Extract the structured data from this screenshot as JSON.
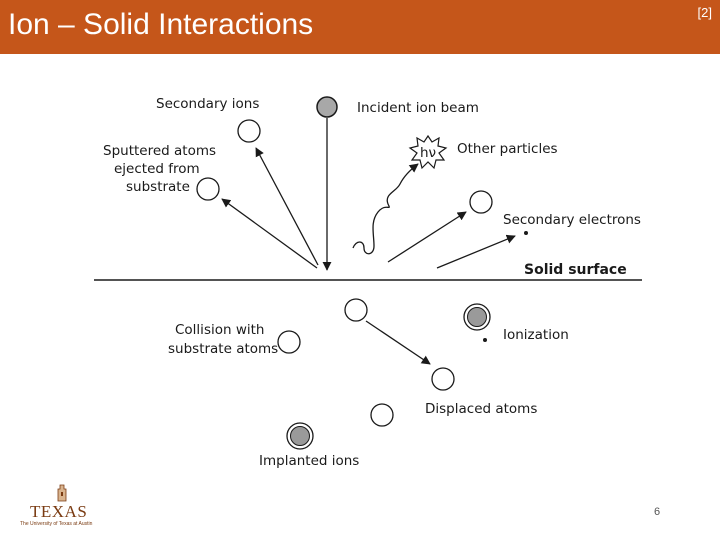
{
  "slide": {
    "title": "Ion – Solid Interactions",
    "reference": "[2]",
    "page_number": "6",
    "accent_color": "#c5561a"
  },
  "diagram": {
    "labels": {
      "secondary_ions": "Secondary ions",
      "incident_ion_beam": "Incident ion beam",
      "sputtered_line1": "Sputtered atoms",
      "sputtered_line2": "ejected from",
      "sputtered_line3": "substrate",
      "hv": "hν",
      "other_particles": "Other particles",
      "secondary_electrons": "Secondary electrons",
      "solid_surface": "Solid surface",
      "collision_line1": "Collision with",
      "collision_line2": "substrate atoms",
      "ionization": "Ionization",
      "displaced_atoms": "Displaced atoms",
      "implanted_ions": "Implanted ions"
    }
  },
  "logo": {
    "word": "TEXAS",
    "subtitle": "The University of Texas at Austin"
  }
}
